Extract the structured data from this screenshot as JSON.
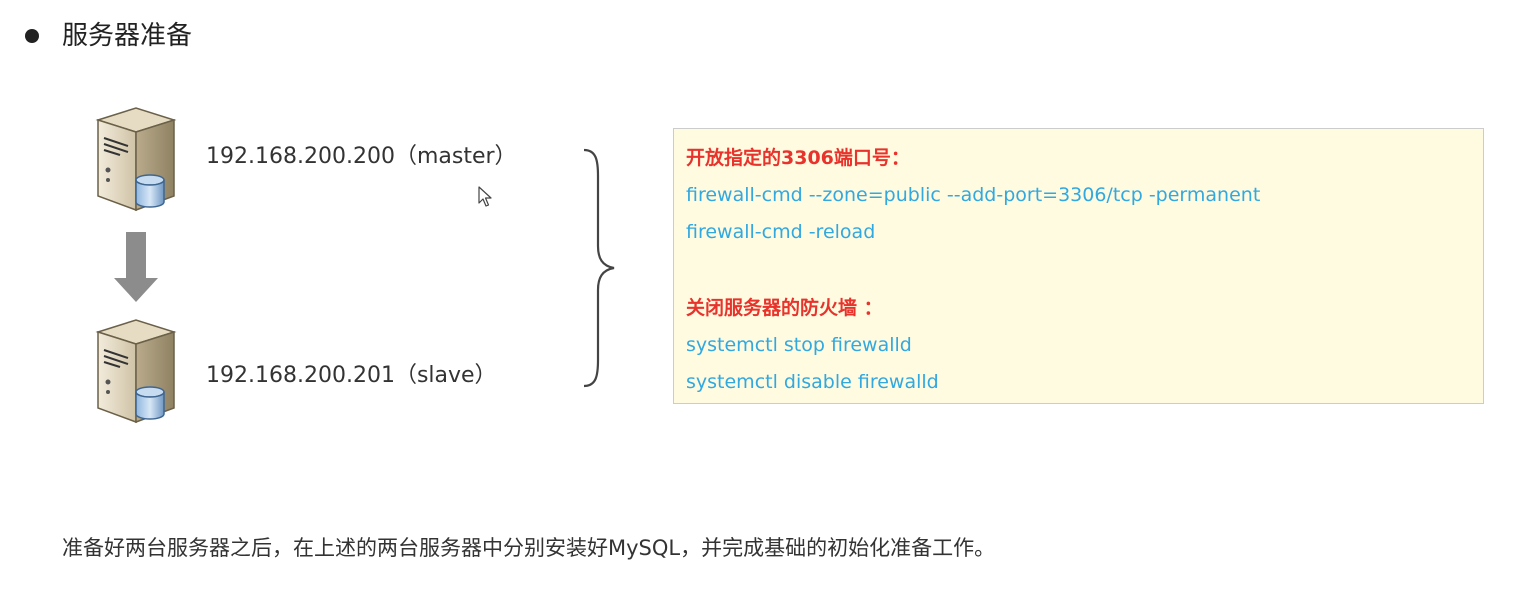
{
  "heading": "服务器准备",
  "servers": [
    {
      "ip_label": "192.168.200.200（master）"
    },
    {
      "ip_label": "192.168.200.201（slave）"
    }
  ],
  "note": {
    "title_open_port": "开放指定的3306端口号：",
    "cmd_add_port": "firewall-cmd --zone=public --add-port=3306/tcp -permanent",
    "cmd_reload": "firewall-cmd -reload",
    "title_close_firewall": "关闭服务器的防火墙 ：",
    "cmd_stop": "systemctl  stop  firewalld",
    "cmd_disable": "systemctl  disable  firewalld"
  },
  "footer": "准备好两台服务器之后，在上述的两台服务器中分别安装好MySQL，并完成基础的初始化准备工作。",
  "colors": {
    "note_title": "#e8332c",
    "note_command": "#31a8e0",
    "note_background": "#fffbe0"
  }
}
